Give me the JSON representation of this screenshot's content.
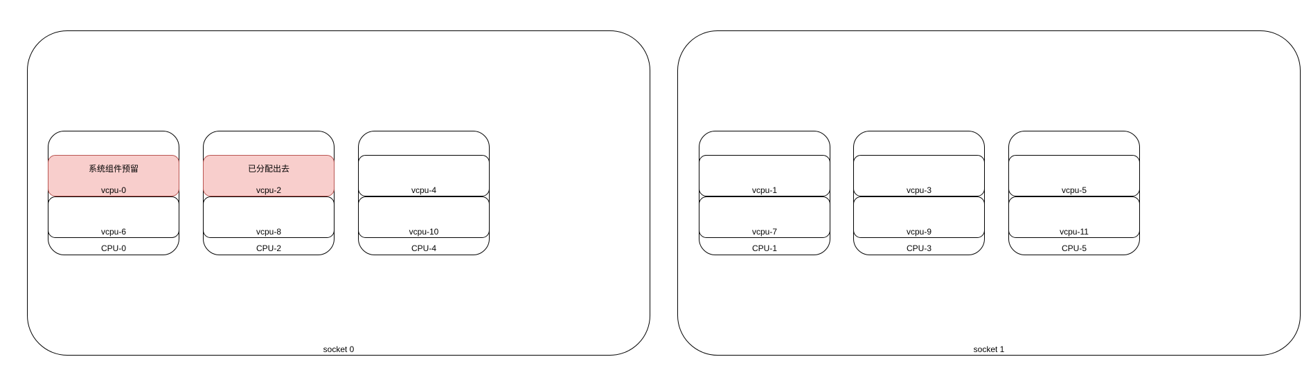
{
  "sockets": [
    {
      "label": "socket 0",
      "cpus": [
        {
          "label": "CPU-0",
          "vcpus": [
            {
              "label": "vcpu-0",
              "note": "系统组件预留",
              "highlight": true
            },
            {
              "label": "vcpu-6",
              "note": "",
              "highlight": false
            }
          ]
        },
        {
          "label": "CPU-2",
          "vcpus": [
            {
              "label": "vcpu-2",
              "note": "已分配出去",
              "highlight": true
            },
            {
              "label": "vcpu-8",
              "note": "",
              "highlight": false
            }
          ]
        },
        {
          "label": "CPU-4",
          "vcpus": [
            {
              "label": "vcpu-4",
              "note": "",
              "highlight": false
            },
            {
              "label": "vcpu-10",
              "note": "",
              "highlight": false
            }
          ]
        }
      ]
    },
    {
      "label": "socket 1",
      "cpus": [
        {
          "label": "CPU-1",
          "vcpus": [
            {
              "label": "vcpu-1",
              "note": "",
              "highlight": false
            },
            {
              "label": "vcpu-7",
              "note": "",
              "highlight": false
            }
          ]
        },
        {
          "label": "CPU-3",
          "vcpus": [
            {
              "label": "vcpu-3",
              "note": "",
              "highlight": false
            },
            {
              "label": "vcpu-9",
              "note": "",
              "highlight": false
            }
          ]
        },
        {
          "label": "CPU-5",
          "vcpus": [
            {
              "label": "vcpu-5",
              "note": "",
              "highlight": false
            },
            {
              "label": "vcpu-11",
              "note": "",
              "highlight": false
            }
          ]
        }
      ]
    }
  ],
  "colors": {
    "assigned_fill": "#f8cecc",
    "assigned_stroke": "#b85450",
    "stroke": "#000000"
  }
}
